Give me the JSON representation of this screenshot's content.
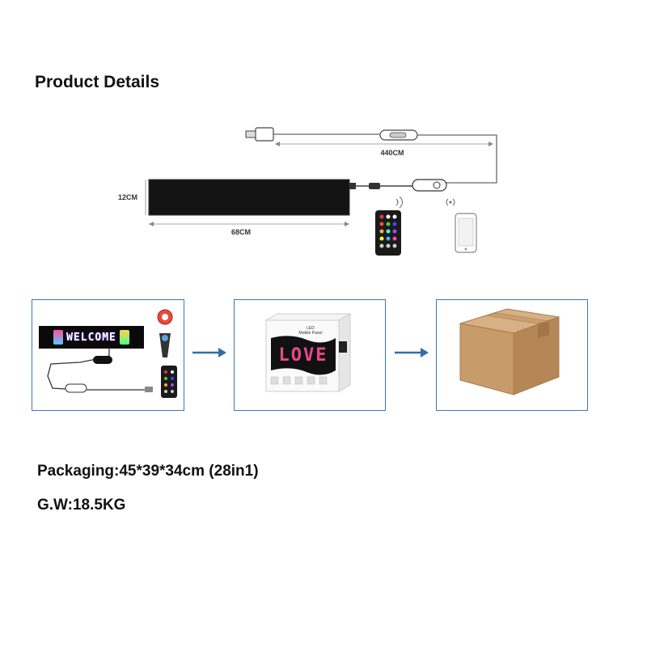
{
  "title": "Product Details",
  "dimensions": {
    "cable_length": "440CM",
    "panel_height": "12CM",
    "panel_width": "68CM"
  },
  "package_contents": {
    "panel_text": "WELCOME",
    "box_label_line1": "LED",
    "box_label_line2": "Mobile Panel",
    "box_graphic_text": "LOVE"
  },
  "specs": {
    "packaging": "Packaging:45*39*34cm (28in1)",
    "gross_weight": "G.W:18.5KG"
  },
  "colors": {
    "frame_border": "#3b78b5",
    "arrow": "#2f6fa8",
    "carton": "#c89b6a"
  },
  "icons": [
    "usb-plug-icon",
    "inline-switch-icon",
    "controller-icon",
    "remote-control-icon",
    "smartphone-icon",
    "wireless-signal-icon",
    "right-arrow-icon",
    "carton-box-icon"
  ]
}
